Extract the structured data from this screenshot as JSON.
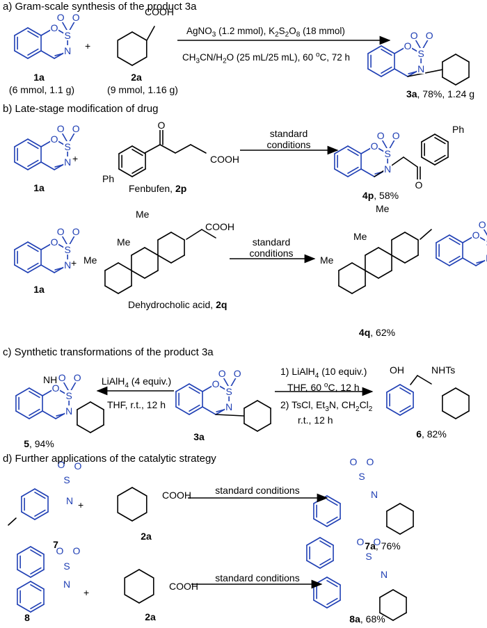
{
  "headings": {
    "a": "a) Gram-scale synthesis of the product 3a",
    "b": "b) Late-stage modification of drug",
    "c": "c) Synthetic transformations of the product 3a",
    "d": "d) Further applications of the catalytic strategy"
  },
  "section_a": {
    "plus": "+",
    "sm1_label": "1a",
    "sm1_amount": "(6 mmol, 1.1 g)",
    "sm2_label": "2a",
    "sm2_amount": "(9 mmol, 1.16 g)",
    "sm2_group": "COOH",
    "cond_line1": "AgNO3 (1.2 mmol), K2S2O8 (18 mmol)",
    "cond_line2": "CH3CN/H2O (25 mL/25 mL), 60 oC, 72 h",
    "product_label": "3a",
    "product_yield": ", 78%, 1.24 g"
  },
  "section_b": {
    "row1": {
      "sm_label": "1a",
      "drug_name": "Fenbufen, ",
      "drug_label": "2p",
      "drug_group": "COOH",
      "drug_ph": "Ph",
      "conditions_1": "standard",
      "conditions_2": "conditions",
      "product_label": "4p",
      "product_yield": ", 58%",
      "product_ph": "Ph"
    },
    "row2": {
      "sm_label": "1a",
      "drug_name": "Dehydrocholic acid, ",
      "drug_label": "2q",
      "drug_group": "COOH",
      "drug_me": [
        "Me",
        "Me",
        "Me"
      ],
      "conditions_1": "standard",
      "conditions_2": "conditions",
      "product_label": "4q",
      "product_yield": ", 62%",
      "product_me": [
        "Me",
        "Me",
        "Me"
      ]
    }
  },
  "section_c": {
    "left_cond_1": "LiAlH4 (4 equiv.)",
    "left_cond_2": "THF, r.t., 12 h",
    "left_product_label": "5",
    "left_product_yield": ", 94%",
    "left_nh": "NH",
    "center_label": "3a",
    "right_cond_1": "1) LiAlH4 (10 equiv.)",
    "right_cond_2": "THF, 60 oC, 12 h",
    "right_cond_3": "2) TsCl, Et3N, CH2Cl2",
    "right_cond_4": "r.t., 12 h",
    "right_product_label": "6",
    "right_product_yield": ", 82%",
    "right_oh": "OH",
    "right_nhts": "NHTs"
  },
  "section_d": {
    "row1": {
      "sm_label": "7",
      "reagent_label": "2a",
      "reagent_group": "COOH",
      "conditions": "standard conditions",
      "product_label": "7a",
      "product_yield": ", 76%"
    },
    "row2": {
      "sm_label": "8",
      "reagent_label": "2a",
      "reagent_group": "COOH",
      "conditions": "standard conditions",
      "product_label": "8a",
      "product_yield": ", 68%"
    }
  },
  "atoms": {
    "O": "O",
    "S": "S",
    "N": "N"
  },
  "colors": {
    "scaffold_blue": "#1f3fb4",
    "black": "#000000"
  }
}
